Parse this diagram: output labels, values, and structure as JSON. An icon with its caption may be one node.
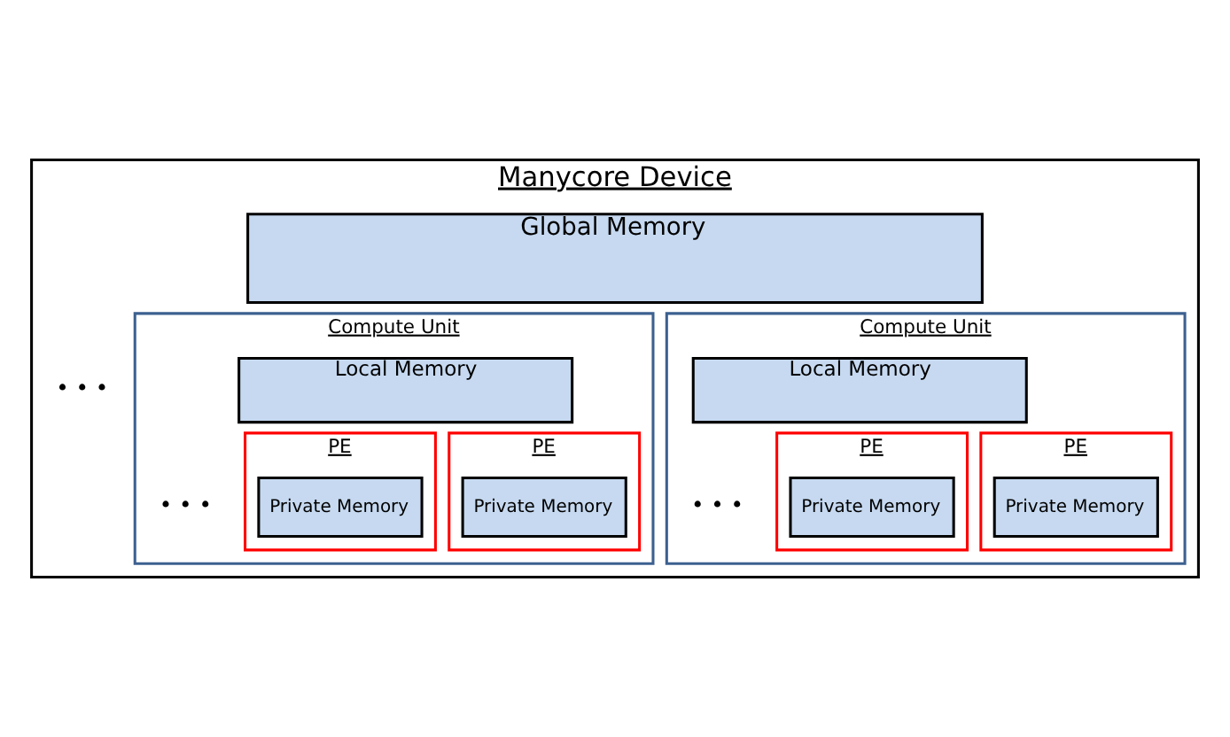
{
  "diagram": {
    "nodes": [
      {
        "text": [
          "Manycore Device"
        ]
      },
      {
        "text": [
          "Global Memory"
        ],
        "in": 0
      },
      {
        "text": [
          "Compute Unit"
        ],
        "in": 0
      },
      {
        "text": [
          "Local Memory"
        ],
        "in": 2
      },
      {
        "text": [
          "PE"
        ],
        "in": 2
      },
      {
        "text": [
          "Private Memory"
        ],
        "in": 4
      },
      {
        "text": [
          "PE"
        ],
        "in": 2
      },
      {
        "text": [
          "Private Memory"
        ],
        "in": 6
      },
      {
        "text": [
          "Compute Unit"
        ],
        "in": 0
      },
      {
        "text": [
          "Local Memory"
        ],
        "in": 8
      },
      {
        "text": [
          "PE"
        ],
        "in": 8
      },
      {
        "text": [
          "Private Memory"
        ],
        "in": 10
      },
      {
        "text": [
          "PE"
        ],
        "in": 8
      },
      {
        "text": [
          "Private Memory"
        ],
        "in": 12
      }
    ],
    "edges": [],
    "labels": [
      "• • •",
      "• • •",
      "• • •"
    ]
  }
}
